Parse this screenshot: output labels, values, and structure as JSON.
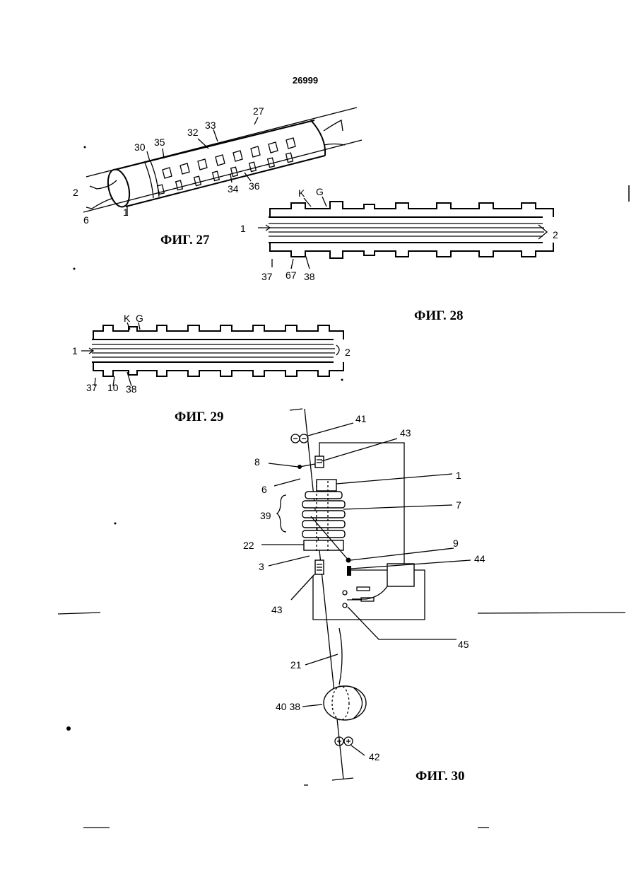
{
  "page_number": "26999",
  "figures": {
    "fig27": {
      "caption": "ФИГ. 27",
      "labels": [
        "27",
        "30",
        "35",
        "32",
        "33",
        "2",
        "6",
        "1",
        "34",
        "36"
      ]
    },
    "fig28": {
      "caption": "ФИГ. 28",
      "labels": [
        "K",
        "G",
        "1",
        "2",
        "37",
        "67",
        "38"
      ]
    },
    "fig29": {
      "caption": "ФИГ. 29",
      "labels": [
        "K",
        "G",
        "1",
        "2",
        "37",
        "10",
        "38"
      ]
    },
    "fig30": {
      "caption": "ФИГ. 30",
      "labels": [
        "41",
        "43",
        "8",
        "1",
        "6",
        "7",
        "39",
        "22",
        "9",
        "3",
        "44",
        "43",
        "45",
        "21",
        "40 38",
        "42"
      ]
    }
  }
}
